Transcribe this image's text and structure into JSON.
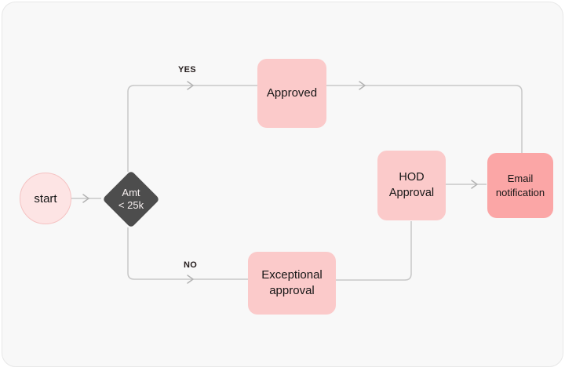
{
  "diagram": {
    "type": "flowchart",
    "background_color": "#f8f8f8",
    "connector_color": "#c7c7c7",
    "node_pink": "#fbcaca",
    "node_salmon": "#fba6a6",
    "decision_fill": "#4d4d4d",
    "nodes": [
      {
        "id": "start",
        "shape": "circle",
        "label": "start",
        "fill": "#fde4e4"
      },
      {
        "id": "amt-decision",
        "shape": "diamond",
        "label": "Amt\n< 25k",
        "fill": "#4d4d4d"
      },
      {
        "id": "approved",
        "shape": "rounded-box",
        "label": "Approved",
        "fill": "#fbcaca"
      },
      {
        "id": "exceptional-approval",
        "shape": "rounded-box",
        "label": "Exceptional\napproval",
        "fill": "#fbcaca"
      },
      {
        "id": "hod-approval",
        "shape": "rounded-box",
        "label": "HOD\nApproval",
        "fill": "#fbcaca"
      },
      {
        "id": "email-notification",
        "shape": "rounded-box",
        "label": "Email\nnotification",
        "fill": "#fba6a6"
      }
    ],
    "edges": [
      {
        "from": "start",
        "to": "amt-decision",
        "label": ""
      },
      {
        "from": "amt-decision",
        "to": "approved",
        "label": "YES"
      },
      {
        "from": "approved",
        "to": "email-notification",
        "label": ""
      },
      {
        "from": "amt-decision",
        "to": "exceptional-approval",
        "label": "NO"
      },
      {
        "from": "exceptional-approval",
        "to": "hod-approval",
        "label": ""
      },
      {
        "from": "hod-approval",
        "to": "email-notification",
        "label": ""
      }
    ]
  }
}
